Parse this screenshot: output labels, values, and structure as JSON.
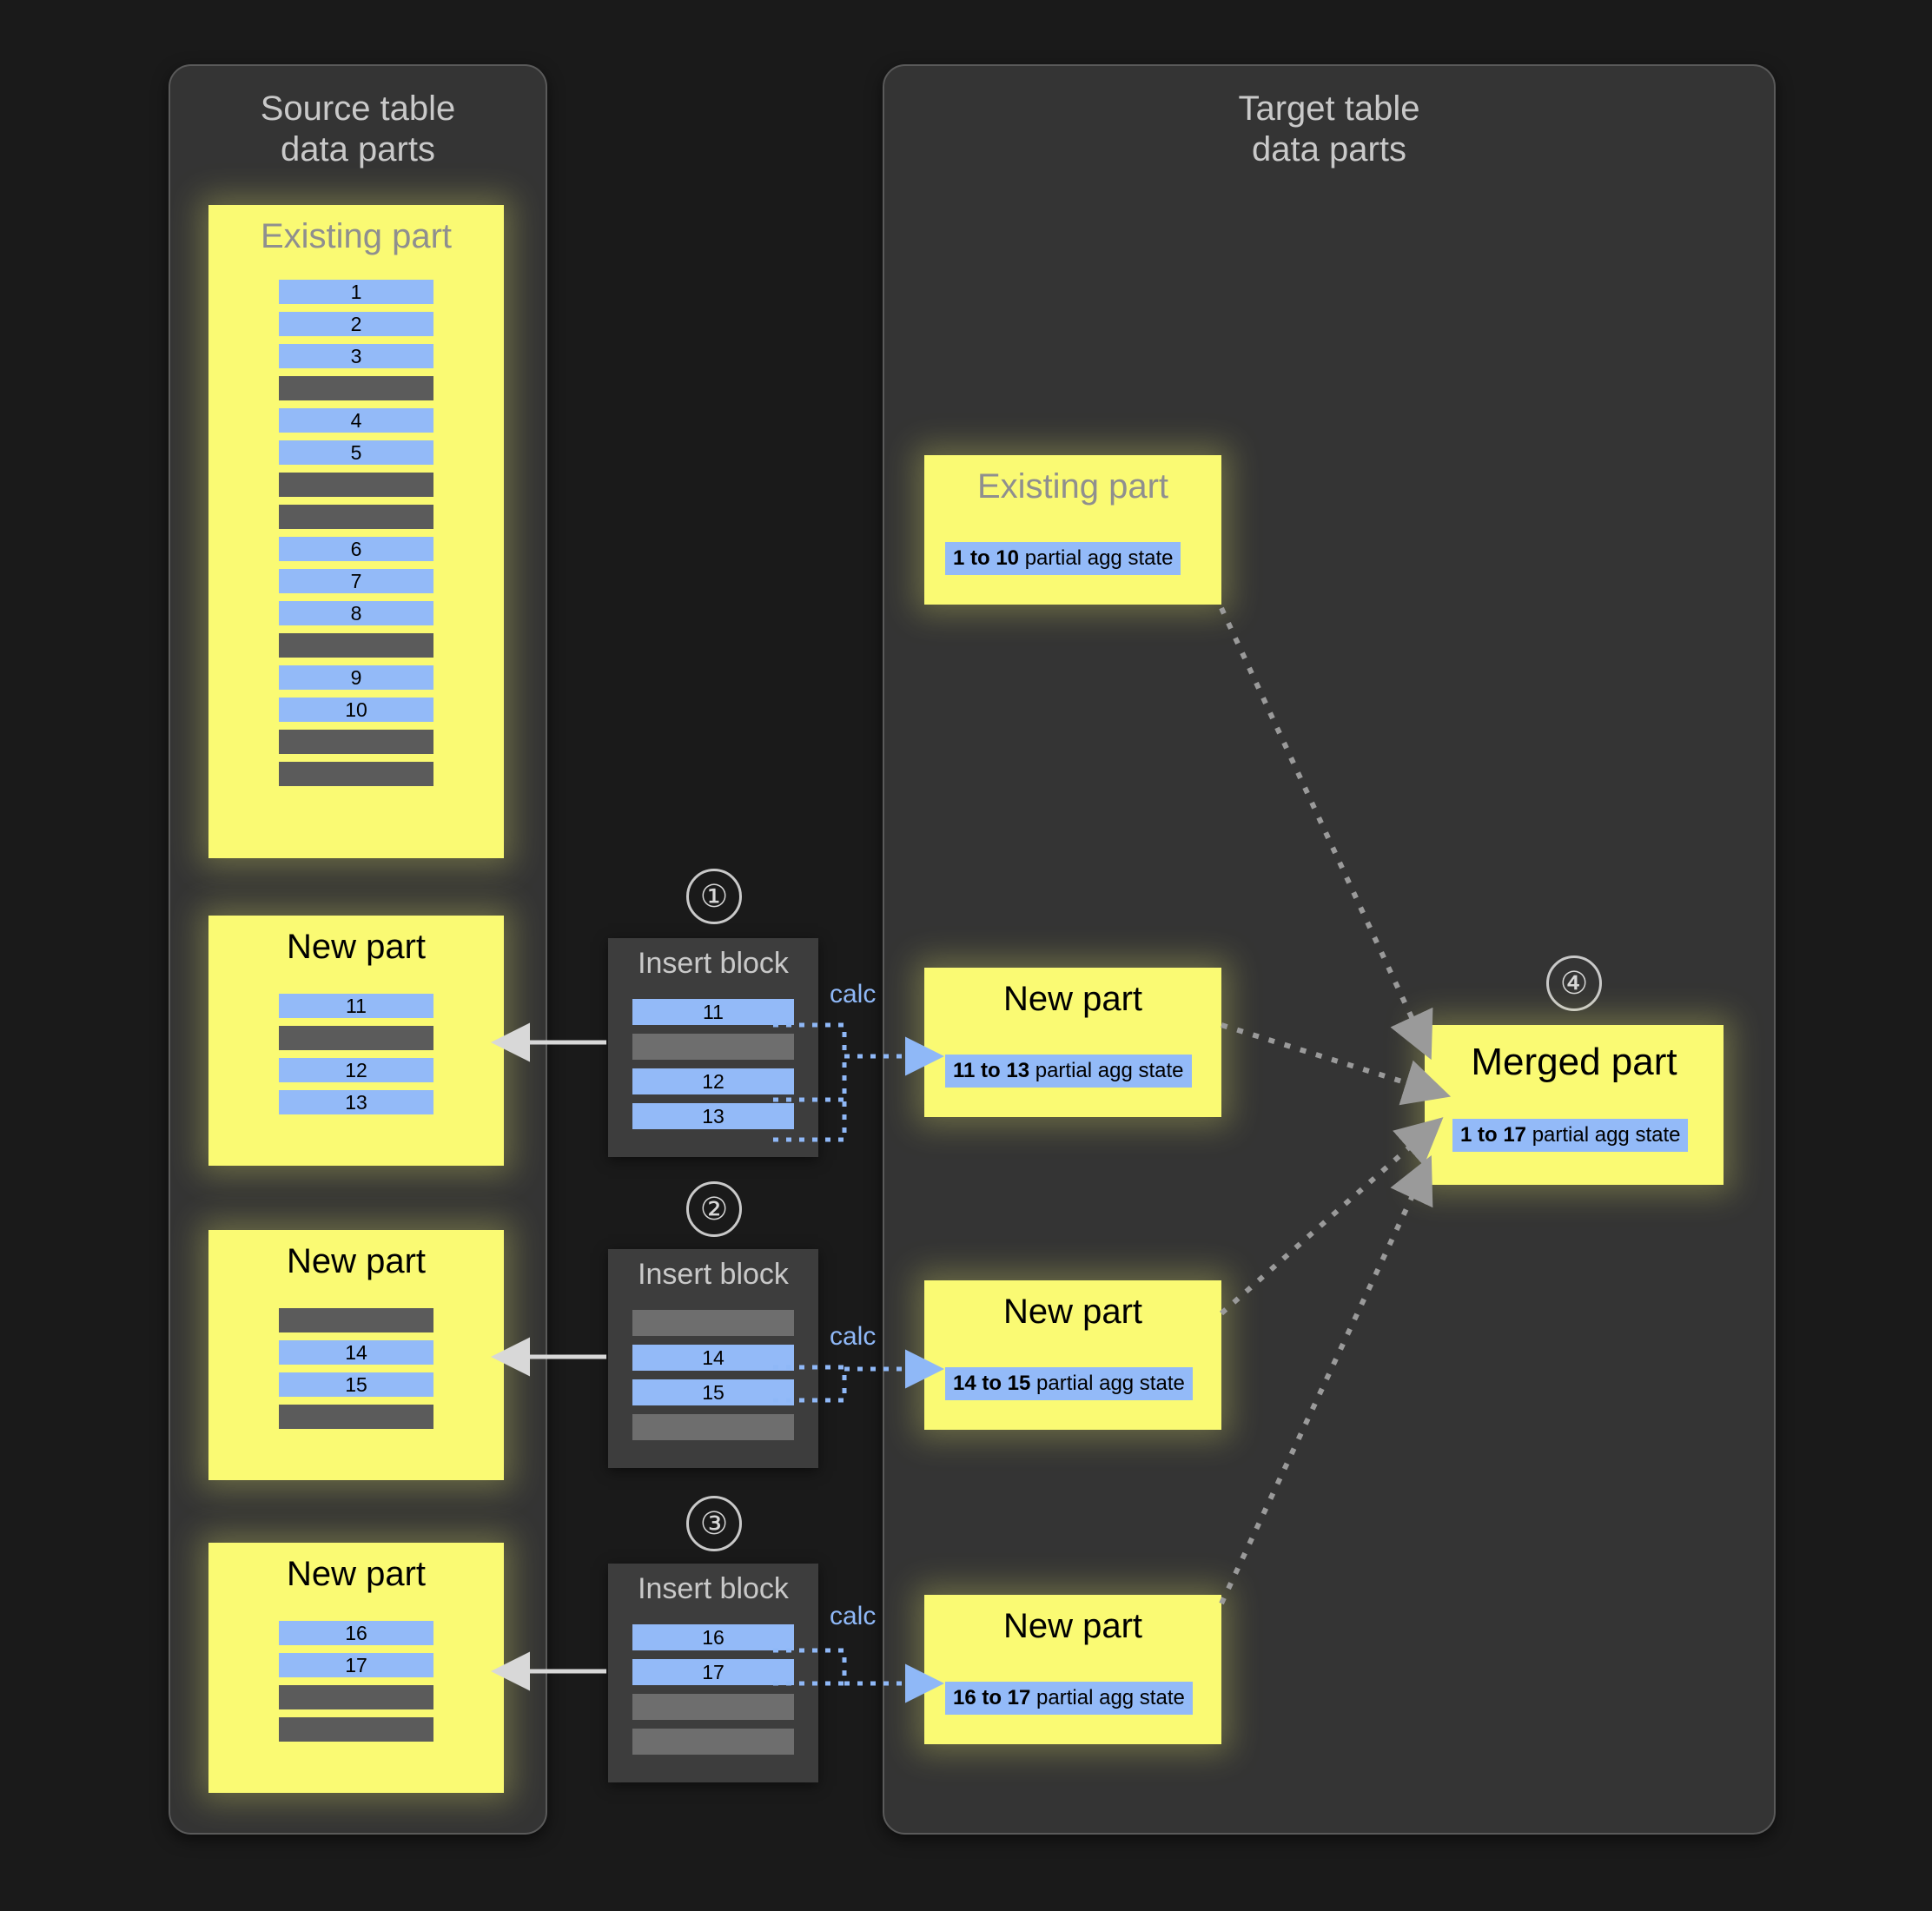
{
  "panels": {
    "source": {
      "title": "Source table\ndata parts"
    },
    "target": {
      "title": "Target table\ndata parts"
    }
  },
  "source_parts": [
    {
      "name": "source-existing-part",
      "title": "Existing part",
      "title_style": "gray",
      "rows": [
        {
          "type": "blue",
          "label": "1"
        },
        {
          "type": "blue",
          "label": "2"
        },
        {
          "type": "blue",
          "label": "3"
        },
        {
          "type": "gray",
          "label": ""
        },
        {
          "type": "blue",
          "label": "4"
        },
        {
          "type": "blue",
          "label": "5"
        },
        {
          "type": "gray",
          "label": ""
        },
        {
          "type": "gray",
          "label": ""
        },
        {
          "type": "blue",
          "label": "6"
        },
        {
          "type": "blue",
          "label": "7"
        },
        {
          "type": "blue",
          "label": "8"
        },
        {
          "type": "gray",
          "label": ""
        },
        {
          "type": "blue",
          "label": "9"
        },
        {
          "type": "blue",
          "label": "10"
        },
        {
          "type": "gray",
          "label": ""
        },
        {
          "type": "gray",
          "label": ""
        }
      ]
    },
    {
      "name": "source-new-part-1",
      "title": "New part",
      "title_style": "black",
      "rows": [
        {
          "type": "blue",
          "label": "11"
        },
        {
          "type": "gray",
          "label": ""
        },
        {
          "type": "blue",
          "label": "12"
        },
        {
          "type": "blue",
          "label": "13"
        }
      ]
    },
    {
      "name": "source-new-part-2",
      "title": "New part",
      "title_style": "black",
      "rows": [
        {
          "type": "gray",
          "label": ""
        },
        {
          "type": "blue",
          "label": "14"
        },
        {
          "type": "blue",
          "label": "15"
        },
        {
          "type": "gray",
          "label": ""
        }
      ]
    },
    {
      "name": "source-new-part-3",
      "title": "New part",
      "title_style": "black",
      "rows": [
        {
          "type": "blue",
          "label": "16"
        },
        {
          "type": "blue",
          "label": "17"
        },
        {
          "type": "gray",
          "label": ""
        },
        {
          "type": "gray",
          "label": ""
        }
      ]
    }
  ],
  "insert_blocks": [
    {
      "step": "①",
      "title": "Insert block",
      "calc_label": "calc",
      "rows": [
        {
          "type": "blue",
          "label": "11"
        },
        {
          "type": "gray",
          "label": ""
        },
        {
          "type": "blue",
          "label": "12"
        },
        {
          "type": "blue",
          "label": "13"
        }
      ]
    },
    {
      "step": "②",
      "title": "Insert block",
      "calc_label": "calc",
      "rows": [
        {
          "type": "gray",
          "label": ""
        },
        {
          "type": "blue",
          "label": "14"
        },
        {
          "type": "blue",
          "label": "15"
        },
        {
          "type": "gray",
          "label": ""
        }
      ]
    },
    {
      "step": "③",
      "title": "Insert block",
      "calc_label": "calc",
      "rows": [
        {
          "type": "blue",
          "label": "16"
        },
        {
          "type": "blue",
          "label": "17"
        },
        {
          "type": "gray",
          "label": ""
        },
        {
          "type": "gray",
          "label": ""
        }
      ]
    }
  ],
  "target_parts": [
    {
      "name": "target-existing-part",
      "title": "Existing part",
      "title_style": "gray",
      "agg_range": "1 to 10",
      "agg_suffix": " partial agg state"
    },
    {
      "name": "target-new-part-1",
      "title": "New part",
      "title_style": "black",
      "agg_range": "11 to 13",
      "agg_suffix": " partial agg state"
    },
    {
      "name": "target-new-part-2",
      "title": "New part",
      "title_style": "black",
      "agg_range": "14 to 15",
      "agg_suffix": " partial agg state"
    },
    {
      "name": "target-new-part-3",
      "title": "New part",
      "title_style": "black",
      "agg_range": "16 to 17",
      "agg_suffix": " partial agg state"
    }
  ],
  "merged_part": {
    "step": "④",
    "title": "Merged part",
    "agg_range": "1 to 17",
    "agg_suffix": " partial agg state"
  },
  "colors": {
    "background": "#1a1a1a",
    "panel": "#343434",
    "part_yellow": "#fafa73",
    "row_blue": "#93baf8",
    "row_gray": "#5b5b5b",
    "accent_calc": "#8fb8f7",
    "arrow_gray": "#9a9a9a"
  }
}
